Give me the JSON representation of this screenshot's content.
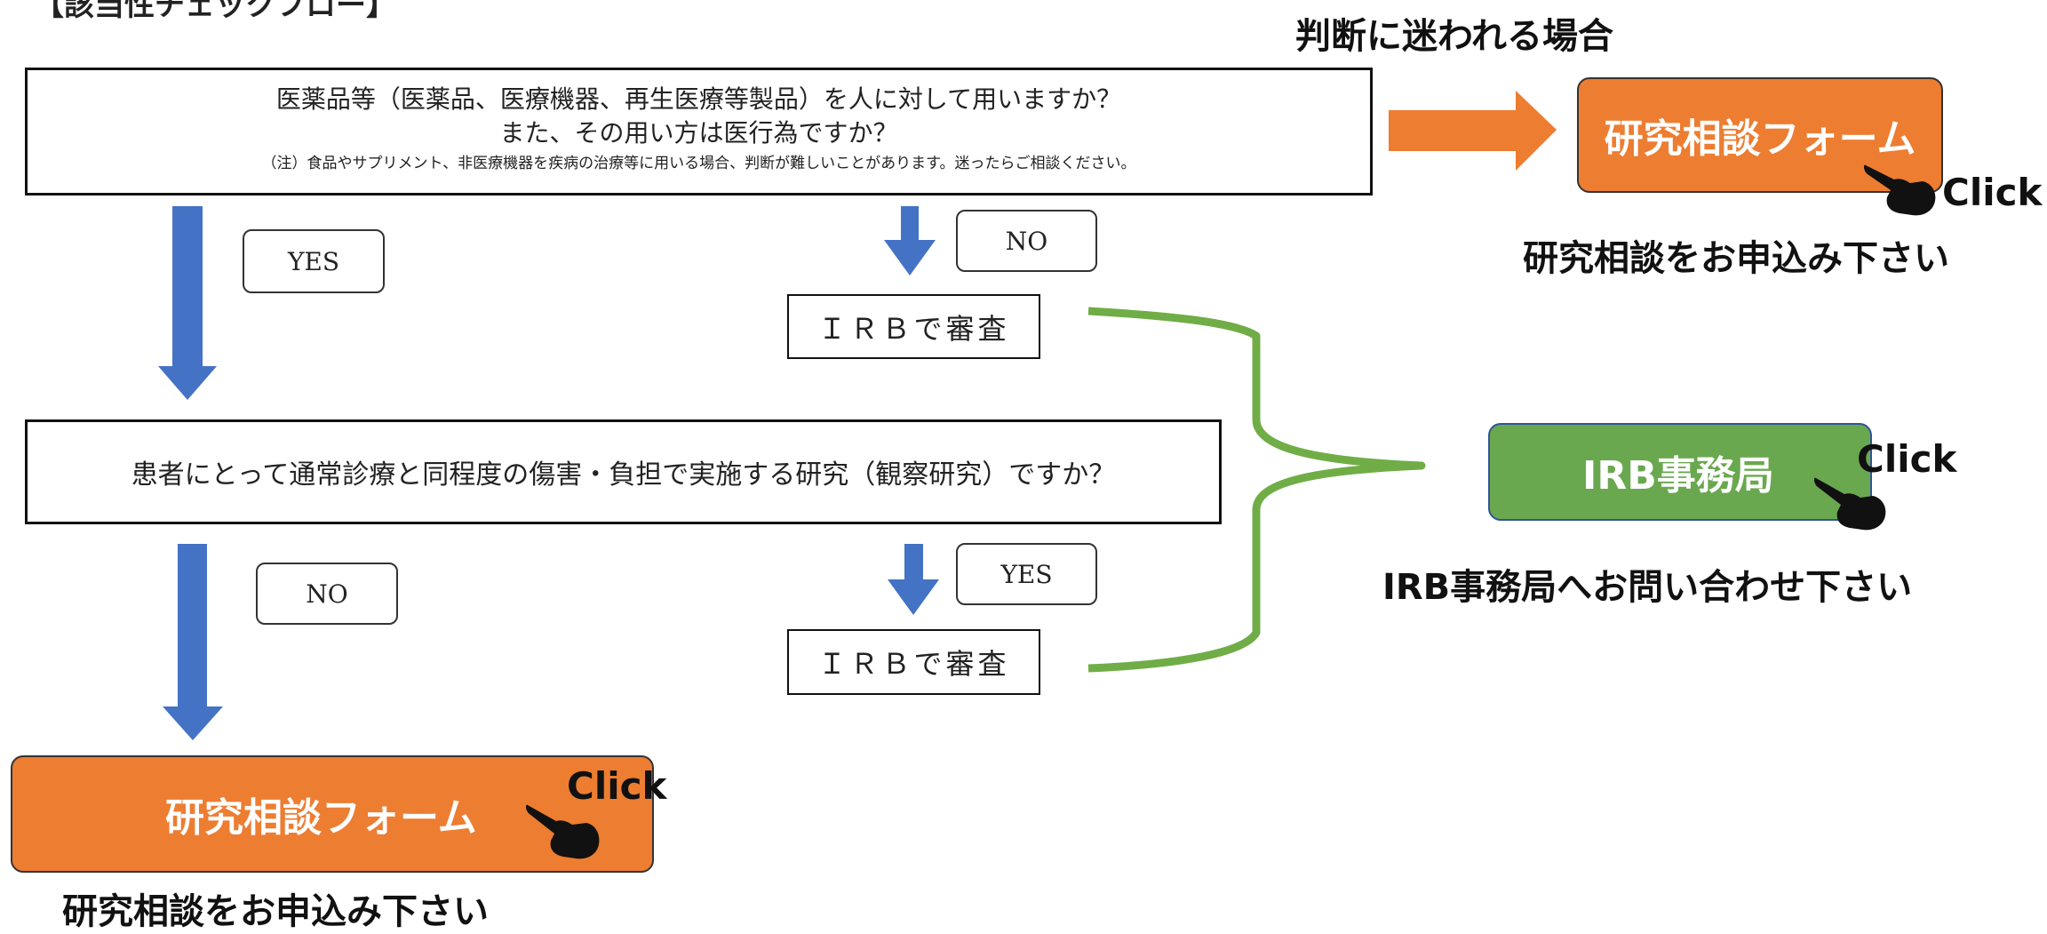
{
  "header": {
    "title": "【該当性チェックフロー】"
  },
  "question1": {
    "line1": "医薬品等（医薬品、医療機器、再生医療等製品）を人に対して用いますか？",
    "line2": "また、その用い方は医行為ですか？",
    "note": "（注）食品やサプリメント、非医療機器を疾病の治療等に用いる場合、判断が難しいことがあります。迷ったらご相談ください。"
  },
  "question2": {
    "text": "患者にとって通常診療と同程度の傷害・負担で実施する研究（観察研究）ですか？"
  },
  "tags": {
    "q1_yes": "YES",
    "q1_no": "NO",
    "q2_no": "NO",
    "q2_yes": "YES"
  },
  "irb_review": {
    "upper": "ＩＲＢで審査",
    "lower": "ＩＲＢで審査"
  },
  "right_panel": {
    "unsure_heading": "判断に迷われる場合",
    "form_button": "研究相談フォーム",
    "form_caption": "研究相談をお申込み下さい",
    "irb_button": "IRB事務局",
    "irb_caption": "IRB事務局へお問い合わせ下さい"
  },
  "bottom_panel": {
    "form_button": "研究相談フォーム",
    "form_caption": "研究相談をお申込み下さい"
  },
  "click_label": "Click",
  "colors": {
    "arrow_blue": "#4472c4",
    "arrow_orange": "#ed7d31",
    "bracket_green": "#70ad47",
    "button_orange": "#ed7d31",
    "button_green": "#6aa84f"
  },
  "icons": [
    "pointing-hand-icon"
  ]
}
